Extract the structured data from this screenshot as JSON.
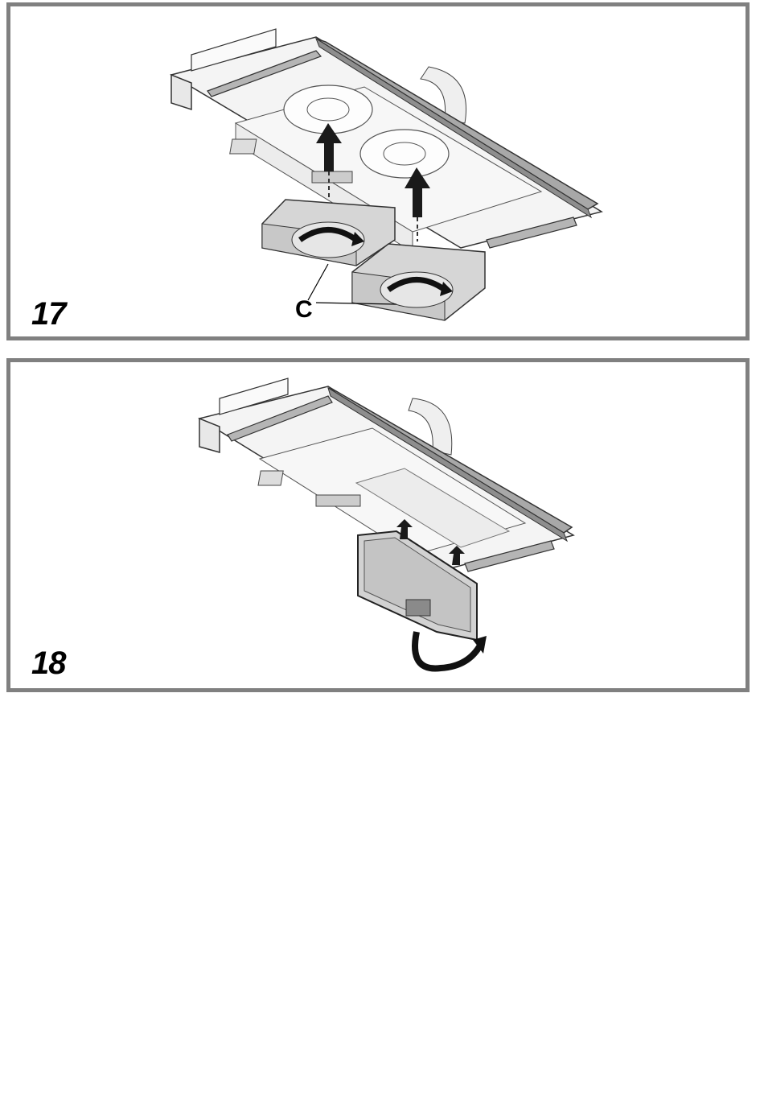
{
  "figures": [
    {
      "number": "17",
      "callout": "C"
    },
    {
      "number": "18"
    }
  ]
}
